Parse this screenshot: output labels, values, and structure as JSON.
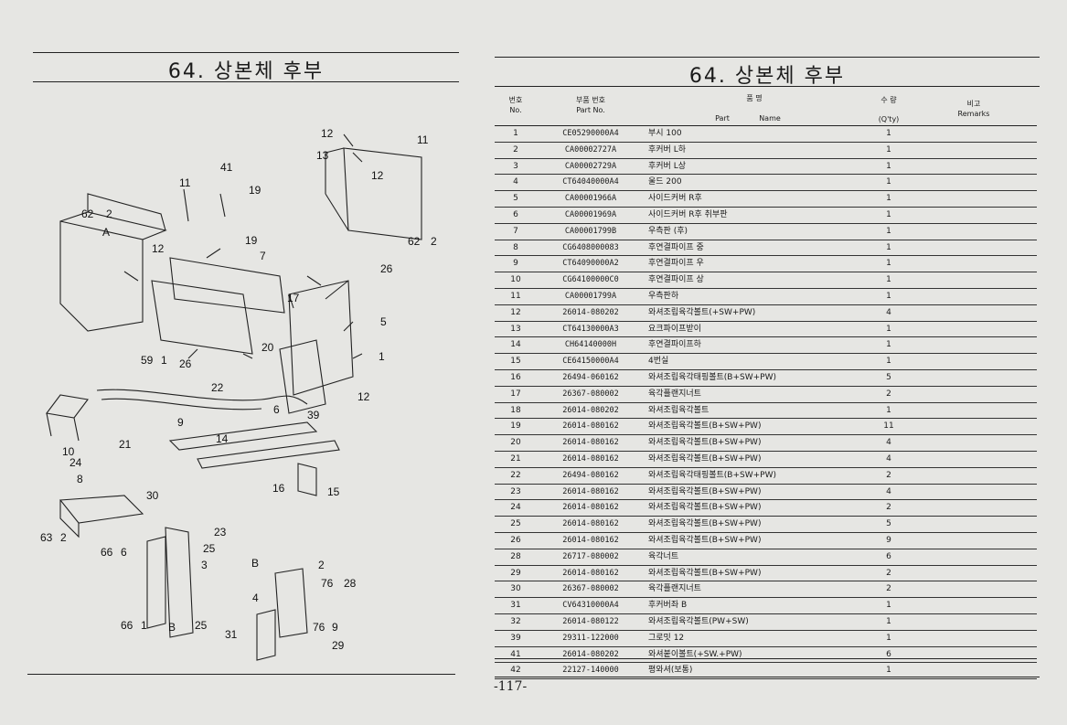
{
  "left": {
    "title": "64. 상본체 후부"
  },
  "right": {
    "title": "64. 상본체 후부"
  },
  "table": {
    "headers": {
      "no_kr": "번호",
      "no_en": "No.",
      "part_kr": "부품 번호",
      "part_en": "Part  No.",
      "name_kr": "품          명",
      "name_en_part": "Part",
      "name_en_name": "Name",
      "qty_kr": "수  량",
      "qty_en": "(Q'ty)",
      "remarks_kr": "비고",
      "remarks_en": "Remarks"
    },
    "rows": [
      {
        "no": "1",
        "part": "CE05290000A4",
        "name": "부시 100",
        "qty": "1"
      },
      {
        "no": "2",
        "part": "CA00002727A",
        "name": "후커버 L하",
        "qty": "1"
      },
      {
        "no": "3",
        "part": "CA00002729A",
        "name": "후커버 L상",
        "qty": "1"
      },
      {
        "no": "4",
        "part": "CT64040000A4",
        "name": "울드 200",
        "qty": "1"
      },
      {
        "no": "5",
        "part": "CA00001966A",
        "name": "사이드커버 R후",
        "qty": "1"
      },
      {
        "no": "6",
        "part": "CA00001969A",
        "name": "사이드커버 R후 취부판",
        "qty": "1"
      },
      {
        "no": "7",
        "part": "CA00001799B",
        "name": "우측판 (후)",
        "qty": "1"
      },
      {
        "no": "8",
        "part": "CG6408000083",
        "name": "후연결파이프 중",
        "qty": "1"
      },
      {
        "no": "9",
        "part": "CT64090000A2",
        "name": "후연결파이프 우",
        "qty": "1"
      },
      {
        "no": "10",
        "part": "CG64100000C0",
        "name": "후연결파이프 상",
        "qty": "1"
      },
      {
        "no": "11",
        "part": "CA00001799A",
        "name": "우측판하",
        "qty": "1"
      },
      {
        "no": "12",
        "part": "26014-080202",
        "name": "와셔조립육각볼트(+SW+PW)",
        "qty": "4"
      },
      {
        "no": "13",
        "part": "CT64130000A3",
        "name": "요크파이프받이",
        "qty": "1"
      },
      {
        "no": "14",
        "part": "CH64140000H",
        "name": "후연결파이프하",
        "qty": "1"
      },
      {
        "no": "15",
        "part": "CE64150000A4",
        "name": "4번실",
        "qty": "1"
      },
      {
        "no": "16",
        "part": "26494-060162",
        "name": "와셔조립육각태핑볼트(B+SW+PW)",
        "qty": "5"
      },
      {
        "no": "17",
        "part": "26367-080002",
        "name": "육각플랜지너트",
        "qty": "2"
      },
      {
        "no": "18",
        "part": "26014-080202",
        "name": "와셔조립육각볼트",
        "qty": "1"
      },
      {
        "no": "19",
        "part": "26014-080162",
        "name": "와셔조립육각볼트(B+SW+PW)",
        "qty": "11"
      },
      {
        "no": "20",
        "part": "26014-080162",
        "name": "와셔조립육각볼트(B+SW+PW)",
        "qty": "4"
      },
      {
        "no": "21",
        "part": "26014-080162",
        "name": "와셔조립육각볼트(B+SW+PW)",
        "qty": "4"
      },
      {
        "no": "22",
        "part": "26494-080162",
        "name": "와셔조립육각태핑볼트(B+SW+PW)",
        "qty": "2"
      },
      {
        "no": "23",
        "part": "26014-080162",
        "name": "와셔조립육각볼트(B+SW+PW)",
        "qty": "4"
      },
      {
        "no": "24",
        "part": "26014-080162",
        "name": "와셔조립육각볼트(B+SW+PW)",
        "qty": "2"
      },
      {
        "no": "25",
        "part": "26014-080162",
        "name": "와셔조립육각볼트(B+SW+PW)",
        "qty": "5"
      },
      {
        "no": "26",
        "part": "26014-080162",
        "name": "와셔조립육각볼트(B+SW+PW)",
        "qty": "9"
      },
      {
        "no": "28",
        "part": "26717-080002",
        "name": "육각너트",
        "qty": "6"
      },
      {
        "no": "29",
        "part": "26014-080162",
        "name": "와셔조립육각볼트(B+SW+PW)",
        "qty": "2"
      },
      {
        "no": "30",
        "part": "26367-080002",
        "name": "육각플랜지너트",
        "qty": "2"
      },
      {
        "no": "31",
        "part": "CV64310000A4",
        "name": "후커버좌 B",
        "qty": "1"
      },
      {
        "no": "32",
        "part": "26014-080122",
        "name": "와셔조립육각볼트(PW+SW)",
        "qty": "1"
      },
      {
        "no": "39",
        "part": "29311-122000",
        "name": "그로밋 12",
        "qty": "1"
      },
      {
        "no": "41",
        "part": "26014-080202",
        "name": "와셔붙이볼트(+SW.+PW)",
        "qty": "6"
      },
      {
        "no": "42",
        "part": "22127-140000",
        "name": "평와셔(보통)",
        "qty": "1"
      }
    ]
  },
  "diagram": {
    "callouts": [
      "12",
      "13",
      "12",
      "11",
      "41",
      "11",
      "19",
      "62",
      "2",
      "A",
      "12",
      "19",
      "7",
      "62",
      "2",
      "26",
      "17",
      "5",
      "59",
      "1",
      "20",
      "1",
      "26",
      "22",
      "12",
      "39",
      "6",
      "9",
      "14",
      "21",
      "10",
      "24",
      "8",
      "16",
      "15",
      "30",
      "63",
      "2",
      "23",
      "66",
      "6",
      "3",
      "25",
      "B",
      "2",
      "4",
      "76",
      "28",
      "66",
      "1",
      "B",
      "25",
      "76",
      "9",
      "31",
      "29"
    ]
  },
  "page_number": "-117-"
}
